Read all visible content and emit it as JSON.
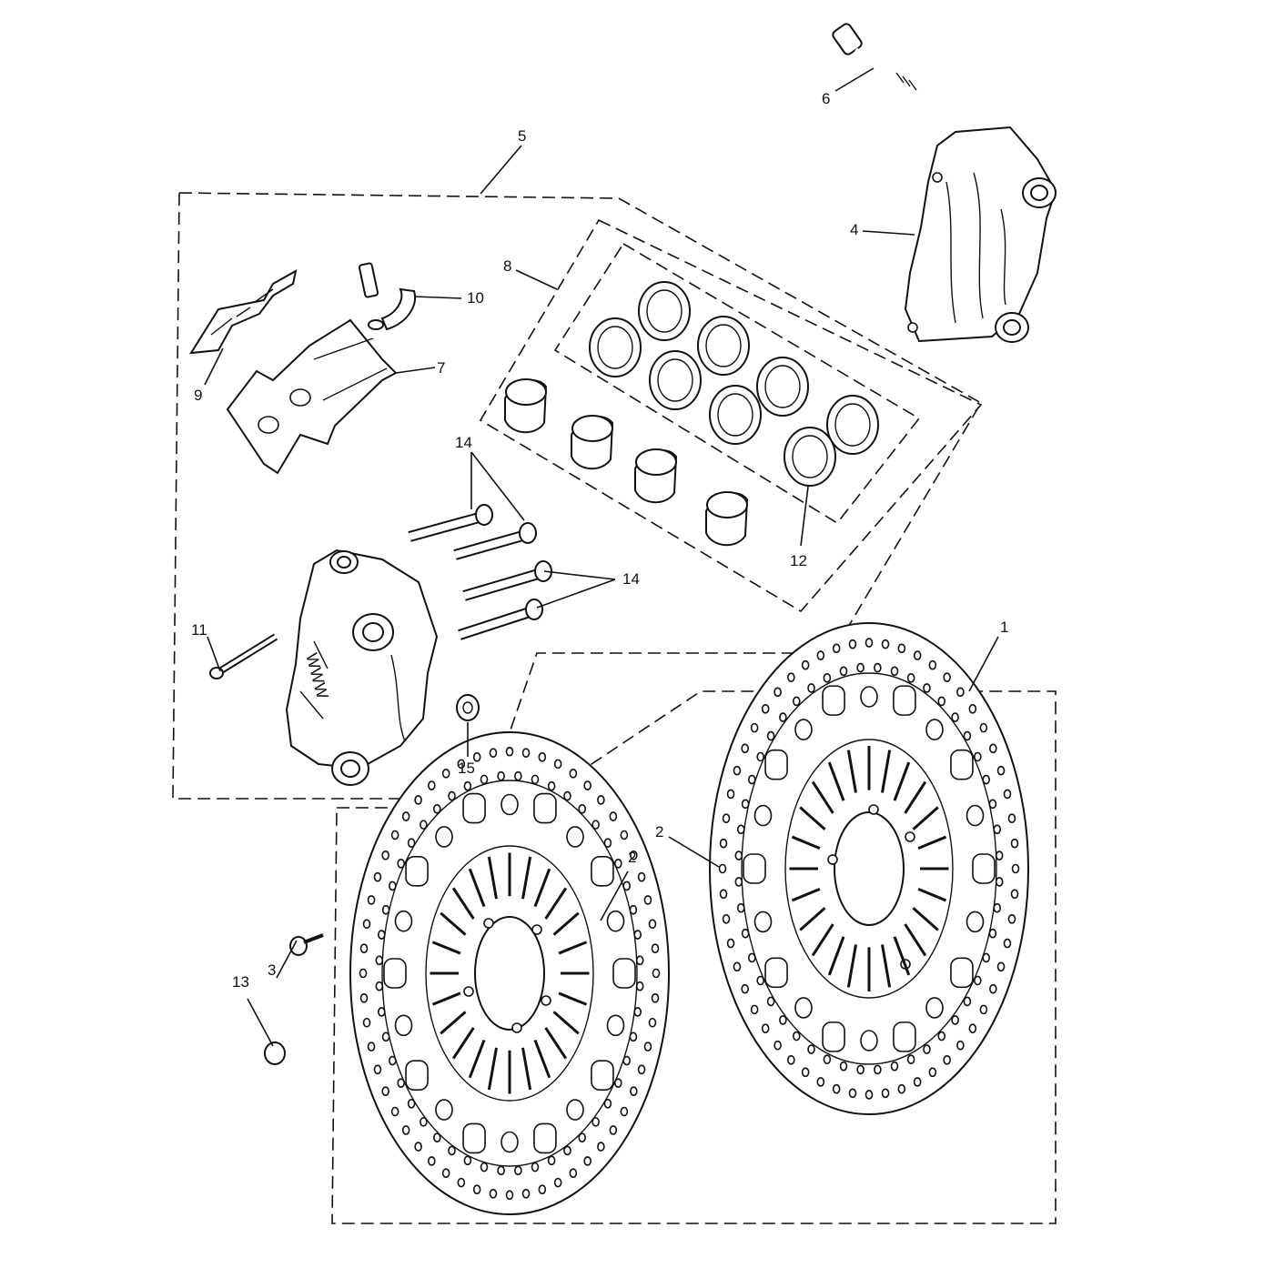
{
  "labels": {
    "l1": "1",
    "l2a": "2",
    "l2b": "2",
    "l3": "3",
    "l4": "4",
    "l5": "5",
    "l6": "6",
    "l7": "7",
    "l8": "8",
    "l9": "9",
    "l10": "10",
    "l11": "11",
    "l12": "12",
    "l13": "13",
    "l14a": "14",
    "l14b": "14",
    "l15": "15"
  },
  "colors": {
    "line": "#111111",
    "background": "#ffffff"
  }
}
